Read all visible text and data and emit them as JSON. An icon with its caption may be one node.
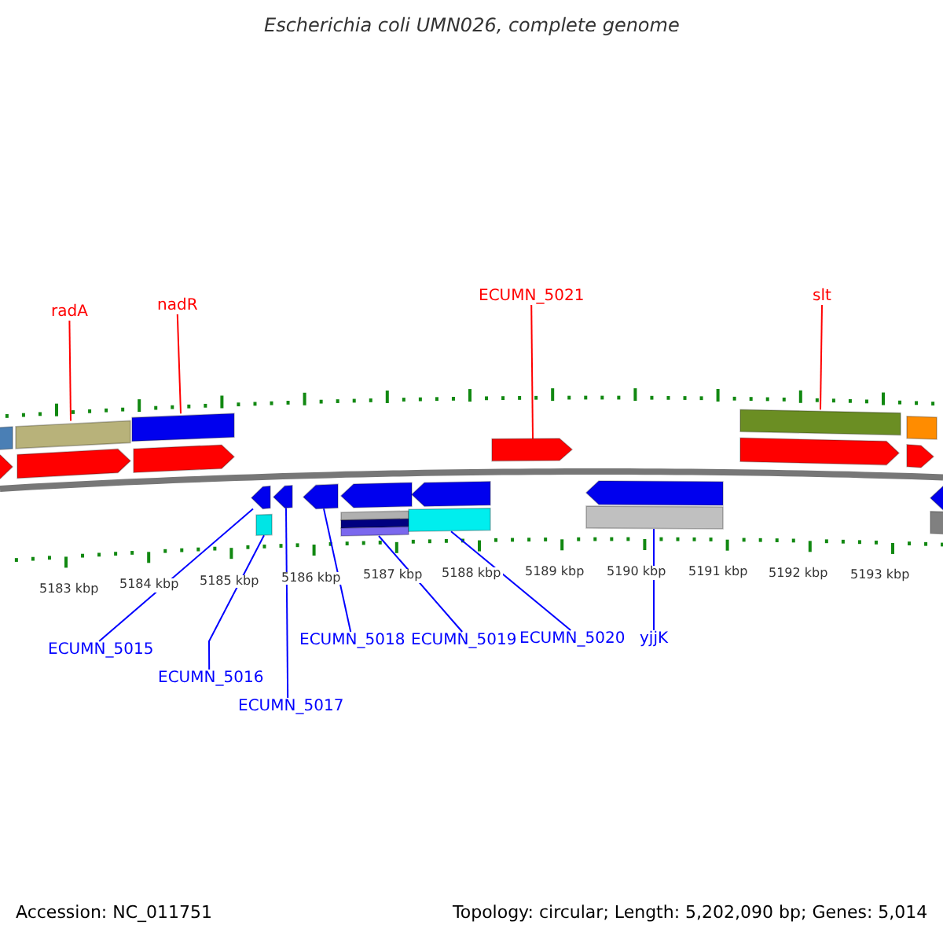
{
  "diagram": {
    "title": "Escherichia coli UMN026, complete genome",
    "nodes": [
      {
        "text": [
          "radA"
        ]
      },
      {
        "text": [
          "nadR"
        ]
      },
      {
        "text": [
          "ECUMN_5021"
        ]
      },
      {
        "text": [
          "slt"
        ]
      },
      {
        "text": [
          "ECUMN_5015"
        ]
      },
      {
        "text": [
          "ECUMN_5016"
        ]
      },
      {
        "text": [
          "ECUMN_5017"
        ]
      },
      {
        "text": [
          "ECUMN_5018"
        ]
      },
      {
        "text": [
          "ECUMN_5019"
        ]
      },
      {
        "text": [
          "ECUMN_5020"
        ]
      },
      {
        "text": [
          "yjjK"
        ]
      },
      {
        "text": [],
        "shape": "bar"
      },
      {
        "text": [],
        "shape": "bar"
      },
      {
        "text": [],
        "shape": "bar"
      },
      {
        "text": [],
        "shape": "bar"
      },
      {
        "text": [],
        "shape": "bar"
      },
      {
        "text": [],
        "shape": "arrow"
      },
      {
        "text": [],
        "shape": "arrow"
      },
      {
        "text": [],
        "shape": "arrow"
      },
      {
        "text": [],
        "shape": "arrow"
      },
      {
        "text": [],
        "shape": "arrow"
      },
      {
        "text": [],
        "shape": "arrow"
      },
      {
        "text": [],
        "shape": "arrow"
      },
      {
        "text": [],
        "shape": "arrow"
      },
      {
        "text": [],
        "shape": "arrow"
      },
      {
        "text": [],
        "shape": "arrow"
      },
      {
        "text": [],
        "shape": "arrow"
      },
      {
        "text": [],
        "shape": "arrow"
      },
      {
        "text": [],
        "shape": "arrow"
      },
      {
        "text": [],
        "shape": "bar"
      },
      {
        "text": [],
        "shape": "bar"
      },
      {
        "text": [],
        "shape": "bar"
      },
      {
        "text": [],
        "shape": "bar"
      },
      {
        "text": [],
        "shape": "bar"
      },
      {
        "text": [],
        "shape": "bar"
      },
      {
        "text": [],
        "shape": "bar"
      }
    ],
    "edges": [
      {
        "from": 0,
        "to": 12,
        "arrow": "none",
        "color": "#ff0000"
      },
      {
        "from": 1,
        "to": 13,
        "arrow": "none",
        "color": "#ff0000"
      },
      {
        "from": 2,
        "to": 19,
        "arrow": "none",
        "color": "#ff0000"
      },
      {
        "from": 3,
        "to": 14,
        "arrow": "none",
        "color": "#ff0000"
      },
      {
        "from": 4,
        "to": 22,
        "arrow": "none"
      },
      {
        "from": 5,
        "to": 29,
        "arrow": "none"
      },
      {
        "from": 6,
        "to": 23,
        "arrow": "none"
      },
      {
        "from": 7,
        "to": 24,
        "arrow": "none"
      },
      {
        "from": 8,
        "to": 32,
        "arrow": "none"
      },
      {
        "from": 9,
        "to": 33,
        "arrow": "none"
      },
      {
        "from": 10,
        "to": 34,
        "arrow": "none"
      }
    ],
    "labels": [
      "5183 kbp",
      "5184 kbp",
      "5185 kbp",
      "5186 kbp",
      "5187 kbp",
      "5188 kbp",
      "5189 kbp",
      "5190 kbp",
      "5191 kbp",
      "5192 kbp",
      "5193 kbp",
      "Accession: NC_011751",
      "Topology: circular; Length: 5,202,090 bp; Genes: 5,014"
    ]
  }
}
